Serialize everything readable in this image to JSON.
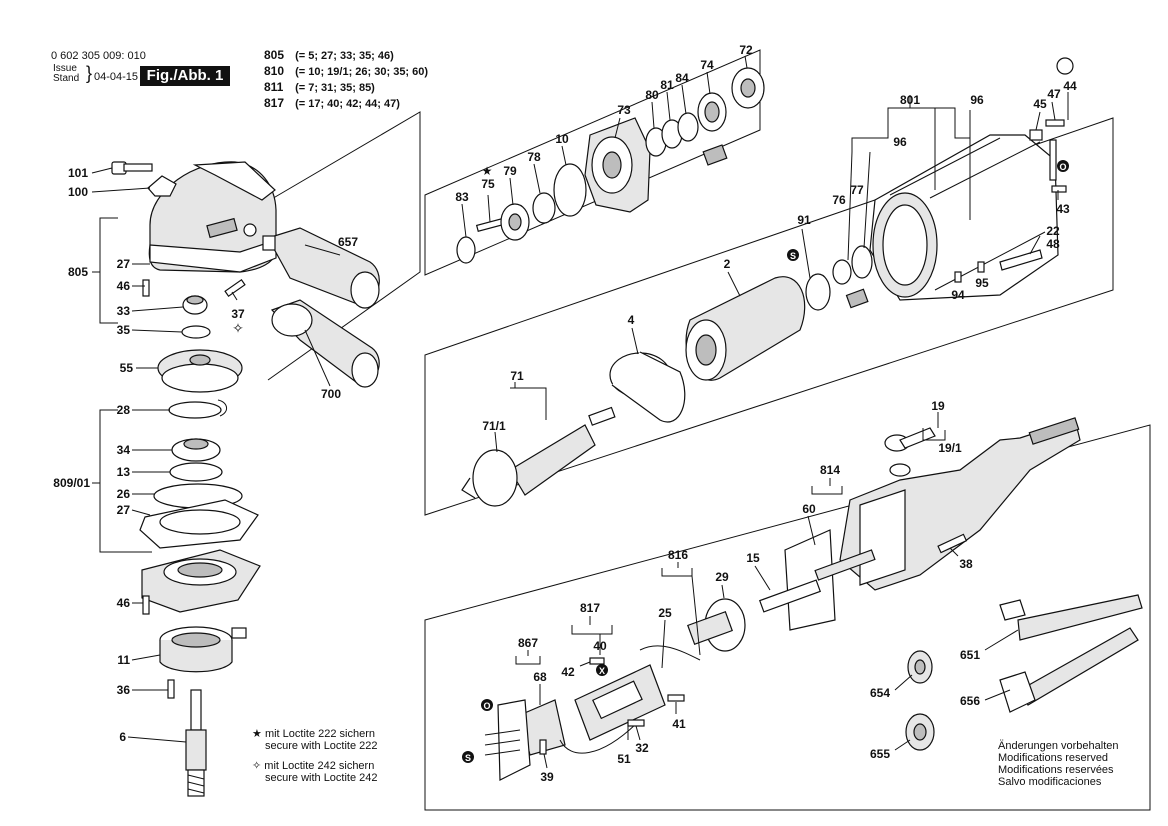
{
  "header": {
    "doc_number": "0 602 305 009: 010",
    "issue_label_1": "Issue",
    "issue_label_2": "Stand",
    "issue_date": "04-04-15",
    "fig_label": "Fig./Abb. 1"
  },
  "assemblies": [
    {
      "num": "805",
      "parts": "(= 5; 27; 33; 35; 46)"
    },
    {
      "num": "810",
      "parts": "(= 10; 19/1; 26; 30; 35; 60)"
    },
    {
      "num": "811",
      "parts": "(= 7; 31; 35; 85)"
    },
    {
      "num": "817",
      "parts": "(= 17; 40; 42; 44; 47)"
    }
  ],
  "notes": {
    "loctite222_de": "mit Loctite 222 sichern",
    "loctite222_en": "secure with Loctite 222",
    "loctite242_de": "mit Loctite 242 sichern",
    "loctite242_en": "secure with Loctite 242"
  },
  "changes_notice": [
    "Änderungen vorbehalten",
    "Modifications reserved",
    "Modifications reservées",
    "Salvo modificaciones"
  ],
  "part_labels": {
    "p101": "101",
    "p100": "100",
    "p805": "805",
    "p27a": "27",
    "p46a": "46",
    "p33": "33",
    "p35": "35",
    "p37": "37",
    "p55": "55",
    "p28": "28",
    "p34": "34",
    "p13": "13",
    "p809": "809/01",
    "p26": "26",
    "p27b": "27",
    "p46b": "46",
    "p11": "11",
    "p36": "36",
    "p6": "6",
    "p657": "657",
    "p700": "700",
    "p83": "83",
    "p75": "75",
    "p79": "79",
    "p78": "78",
    "p10": "10",
    "p73": "73",
    "p80": "80",
    "p81": "81",
    "p84": "84",
    "p74": "74",
    "p72": "72",
    "p801": "801",
    "p96a": "96",
    "p96b": "96",
    "p76": "76",
    "p77": "77",
    "p45": "45",
    "p47a": "47",
    "p44": "44",
    "p43": "43",
    "p22": "22",
    "p48": "48",
    "p94": "94",
    "p95": "95",
    "p91": "91",
    "p2": "2",
    "p4": "4",
    "p71": "71",
    "p711": "71/1",
    "p19": "19",
    "p191": "19/1",
    "p814": "814",
    "p60": "60",
    "p816": "816",
    "p15": "15",
    "p29": "29",
    "p25": "25",
    "p38": "38",
    "p817": "817",
    "p40": "40",
    "p42": "42",
    "p867": "867",
    "p68": "68",
    "p41": "41",
    "p51": "51",
    "p32": "32",
    "p39": "39",
    "p651": "651",
    "p654": "654",
    "p656": "656",
    "p655": "655"
  },
  "symbols": {
    "star_glyph": "★",
    "open_star_glyph": "✧",
    "s_marker": "S",
    "o_marker": "O",
    "x_marker": "X"
  }
}
